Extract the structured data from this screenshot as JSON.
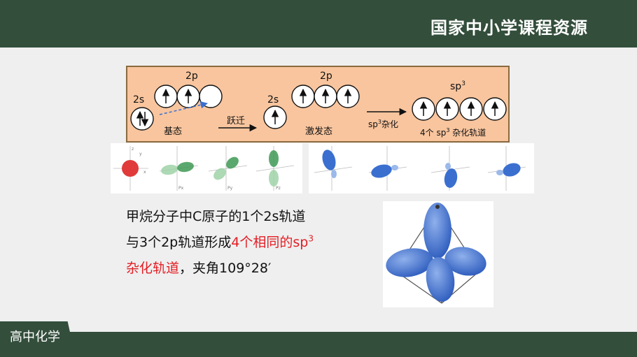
{
  "header": {
    "brand": "国家中小学课程资源"
  },
  "footer": {
    "subject": "高中化学"
  },
  "config": {
    "ground_2s": "2s",
    "ground_2p": "2p",
    "ground_label": "基态",
    "transition_label": "跃迁",
    "excited_2s": "2s",
    "excited_2p": "2p",
    "excited_label": "激发态",
    "hybrid_arrow_base": "sp",
    "hybrid_arrow_sup": "3",
    "hybrid_arrow_suffix": "杂化",
    "hybrid_title_base": "sp",
    "hybrid_title_sup": "3",
    "hybrid_caption_pre": "4个 sp",
    "hybrid_caption_sup": "3",
    "hybrid_caption_post": " 杂化轨道"
  },
  "orbitals": {
    "px_label": "Px",
    "py_label": "Py",
    "pz_label": "Pz",
    "axis_x": "x",
    "axis_y": "y",
    "axis_z": "z"
  },
  "text": {
    "line1": "甲烷分子中C原子的1个2s轨道",
    "line2_normal": "与3个2p轨道形成",
    "line2_red": "4个相同的sp",
    "line2_sup": "3",
    "line3_red": "杂化轨道",
    "line3_normal": "，夹角109°28′"
  },
  "colors": {
    "header": "#334e3b",
    "config_bg": "#f8c59e",
    "highlight": "#e31e24",
    "s_orbital": "#e03a3a",
    "p_orbital": "#3f9a55",
    "hybrid_orbital": "#3a6fd0"
  }
}
